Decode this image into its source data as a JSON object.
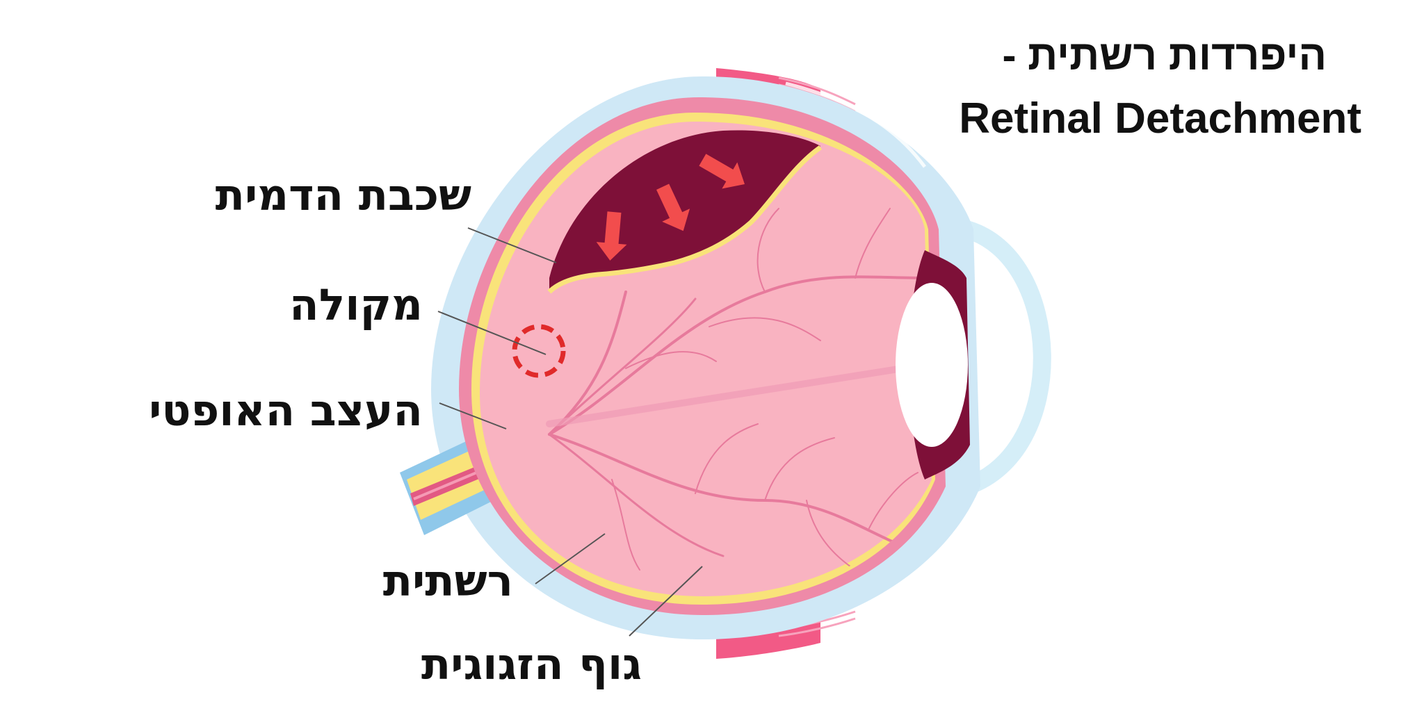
{
  "title": {
    "hebrew": "היפרדות רשתית -",
    "english": "Retinal Detachment"
  },
  "labels": [
    {
      "id": "choroid",
      "text": "שכבת הדמית"
    },
    {
      "id": "macula",
      "text": "מקולה"
    },
    {
      "id": "optic_nerve",
      "text": "העצב האופטי"
    },
    {
      "id": "retina",
      "text": "רשתית"
    },
    {
      "id": "vitreous_body",
      "text": "גוף הזגוגית"
    }
  ],
  "colors": {
    "sclera": "#cfe8f6",
    "choroid": "#ee8aa8",
    "retina": "#f9e37a",
    "vitreous": "#f9b3c1",
    "subretinal_fluid": "#7e1038",
    "arrows": "#f24d4d",
    "macula_marker": "#e02a2a",
    "muscle": "#f25a86",
    "vessels": "#e77a9c",
    "optic_sheath": "#8fc8ea",
    "leader_line": "#555555"
  },
  "annotations": {
    "detachment_arrows": 3,
    "macula_marker": "dashed-circle"
  }
}
